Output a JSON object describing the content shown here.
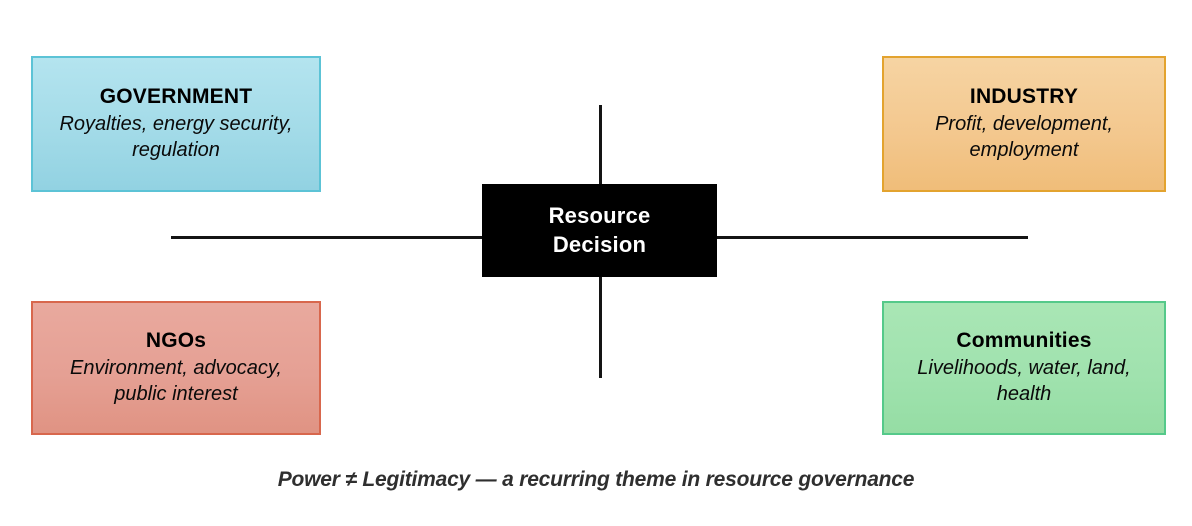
{
  "diagram": {
    "center": {
      "line1": "Resource",
      "line2": "Decision",
      "background_color": "#000000",
      "text_color": "#ffffff"
    },
    "quadrants": [
      {
        "id": "government",
        "position": "top-left",
        "title": "GOVERNMENT",
        "description": "Royalties, energy security, regulation",
        "fill_color": "#a3dbe8",
        "border_color": "#5cc3d6"
      },
      {
        "id": "industry",
        "position": "top-right",
        "title": "INDUSTRY",
        "description": "Profit, development, employment",
        "fill_color": "#f3c78d",
        "border_color": "#e3a32f"
      },
      {
        "id": "ngos",
        "position": "bottom-left",
        "title": "NGOs",
        "description": "Environment, advocacy, public interest",
        "fill_color": "#e5a094",
        "border_color": "#d8674d"
      },
      {
        "id": "communities",
        "position": "bottom-right",
        "title": "Communities",
        "description": "Livelihoods, water, land, health",
        "fill_color": "#a0e2ae",
        "border_color": "#55c98a"
      }
    ],
    "axes": {
      "line_color": "#141414"
    },
    "caption": "Power ≠ Legitimacy — a recurring theme in resource governance",
    "caption_color": "#2f2f2f"
  }
}
